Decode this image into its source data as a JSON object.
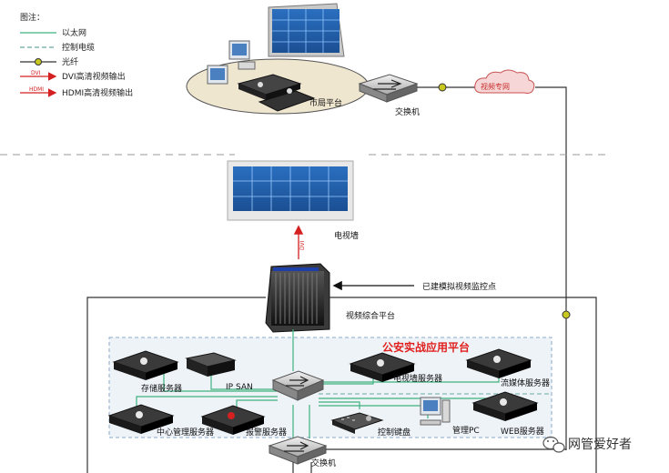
{
  "legend": {
    "title": "图注：",
    "items": [
      {
        "type": "ethernet",
        "label": "以太网",
        "color": "#3fb27f"
      },
      {
        "type": "control-cable",
        "label": "控制电缆",
        "color": "#6aa8a0"
      },
      {
        "type": "fiber",
        "label": "光纤",
        "color": "#333333"
      },
      {
        "type": "dvi",
        "label": "DVI高清视频输出",
        "tag": "DVI",
        "color": "#d42020"
      },
      {
        "type": "hdmi",
        "label": "HDMI高清视频输出",
        "tag": "HDMI",
        "color": "#d42020"
      }
    ]
  },
  "top": {
    "platform_label": "市局平台",
    "switch_label": "交换机",
    "cloud_label": "视频专网"
  },
  "middle": {
    "tv_wall_label": "电视墙",
    "link_tag": "DVI",
    "matrix_label": "视频综合平台",
    "analog_label": "已建模拟视频监控点"
  },
  "panel": {
    "title": "公安实战应用平台",
    "devices": {
      "storage": "存储服务器",
      "ipsan": "IP SAN",
      "tvwall_server": "电视墙服务器",
      "streaming": "流媒体服务器",
      "center": "中心管理服务器",
      "alarm": "报警服务器",
      "keyboard": "控制键盘",
      "pc": "管理PC",
      "web": "WEB服务器"
    }
  },
  "bottom": {
    "switch_label": "交换机"
  },
  "watermark": "网管爱好者",
  "colors": {
    "ethernet": "#3fb27f",
    "fiber": "#333333",
    "dvi": "#d42020",
    "panel_border": "#8aa8c8",
    "panel_bg": "#eef3f8"
  }
}
